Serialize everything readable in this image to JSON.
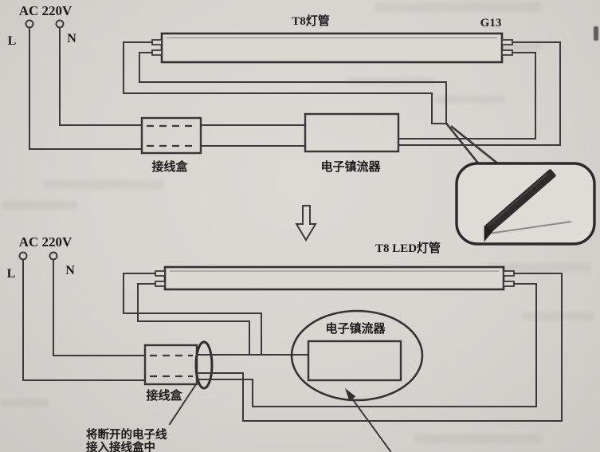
{
  "colors": {
    "background": "#d7d5d0",
    "line": "#3a3a3a",
    "text": "#1b1b1b"
  },
  "top_diagram": {
    "power": "AC 220V",
    "live": "L",
    "neutral": "N",
    "tube": "T8灯管",
    "socket": "G13",
    "junction_box": "接线盒",
    "ballast": "电子镇流器"
  },
  "bottom_diagram": {
    "power": "AC 220V",
    "live": "L",
    "neutral": "N",
    "tube": "T8 LED灯管",
    "junction_box": "接线盒",
    "ballast": "电子镇流器",
    "note_line1": "将断开的电子线",
    "note_line2": "接入接线盒中"
  }
}
